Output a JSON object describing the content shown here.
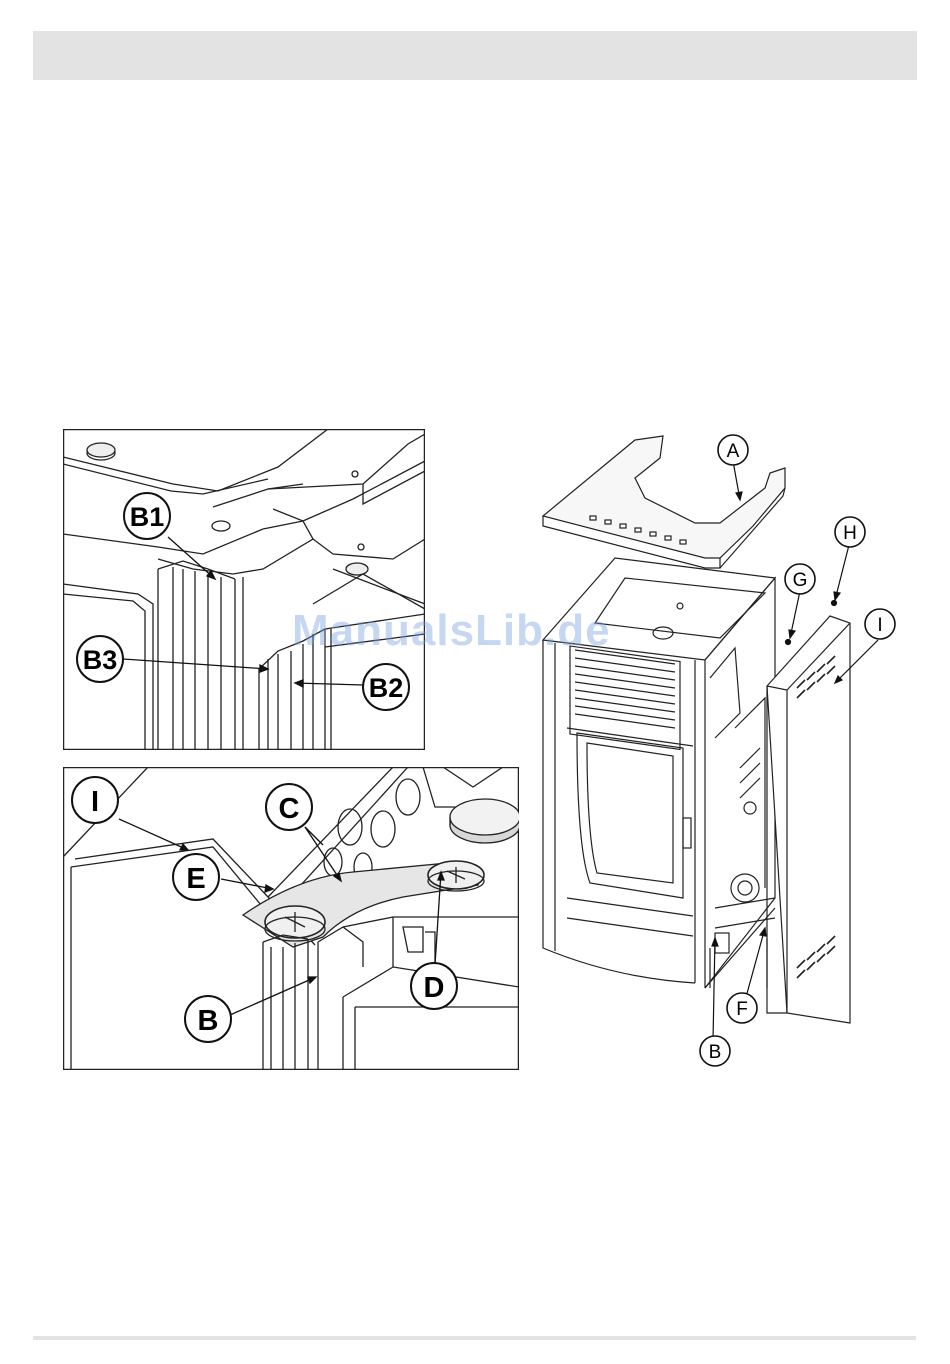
{
  "figures": {
    "detail_top": {
      "labels": [
        "B1",
        "B3",
        "B2"
      ]
    },
    "detail_bottom": {
      "labels": [
        "I",
        "C",
        "E",
        "D",
        "B"
      ]
    },
    "exploded": {
      "labels": [
        "A",
        "H",
        "G",
        "I",
        "F",
        "B"
      ]
    }
  },
  "watermark": "ManualsLib.de"
}
